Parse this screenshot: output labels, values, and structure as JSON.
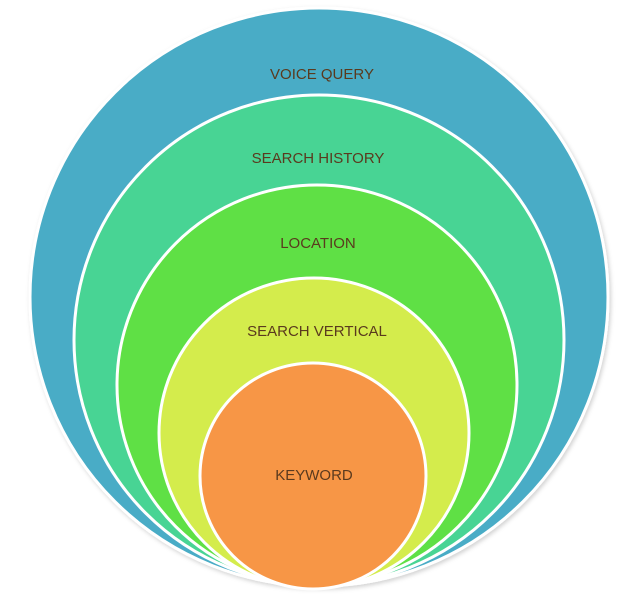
{
  "diagram": {
    "layers": [
      {
        "label": "VOICE QUERY",
        "color": "#4aacc6"
      },
      {
        "label": "SEARCH HISTORY",
        "color": "#48d494"
      },
      {
        "label": "LOCATION",
        "color": "#5fe045"
      },
      {
        "label": "SEARCH VERTICAL",
        "color": "#d4ec4c"
      },
      {
        "label": "KEYWORD",
        "color": "#f79646"
      }
    ],
    "ring_stroke_color": "#ffffff",
    "label_color": "#5a3a1e"
  }
}
